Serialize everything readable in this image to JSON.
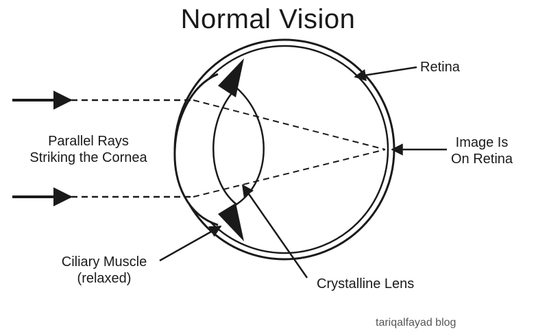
{
  "title": "Normal Vision",
  "labels": {
    "retina": "Retina",
    "parallel_rays_line1": "Parallel Rays",
    "parallel_rays_line2": "Striking the Cornea",
    "image_line1": "Image Is",
    "image_line2": "On Retina",
    "ciliary_line1": "Ciliary Muscle",
    "ciliary_line2": "(relaxed)",
    "lens": "Crystalline Lens"
  },
  "watermark": "tariqalfayad blog",
  "colors": {
    "ink": "#1a1a1a",
    "background": "#ffffff"
  }
}
